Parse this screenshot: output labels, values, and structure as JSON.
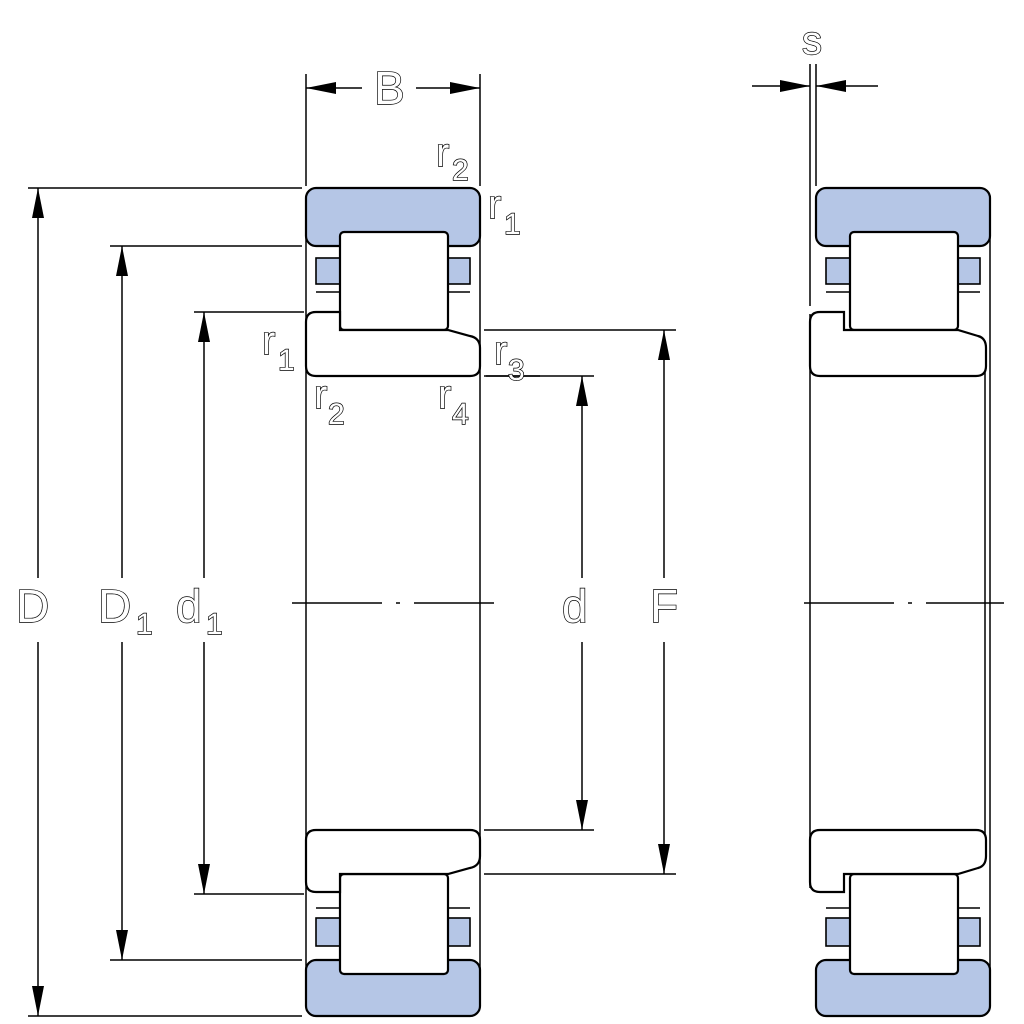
{
  "labels": {
    "B": "B",
    "s": "s",
    "D": "D",
    "D1": "D",
    "D1_sub": "1",
    "d1": "d",
    "d1_sub": "1",
    "d": "d",
    "F": "F",
    "r": "r",
    "sub_1": "1",
    "sub_2": "2",
    "sub_3": "3",
    "sub_4": "4"
  },
  "colors": {
    "outer_ring_fill": "#b5c6e6",
    "line": "#000000",
    "background": "#ffffff"
  }
}
